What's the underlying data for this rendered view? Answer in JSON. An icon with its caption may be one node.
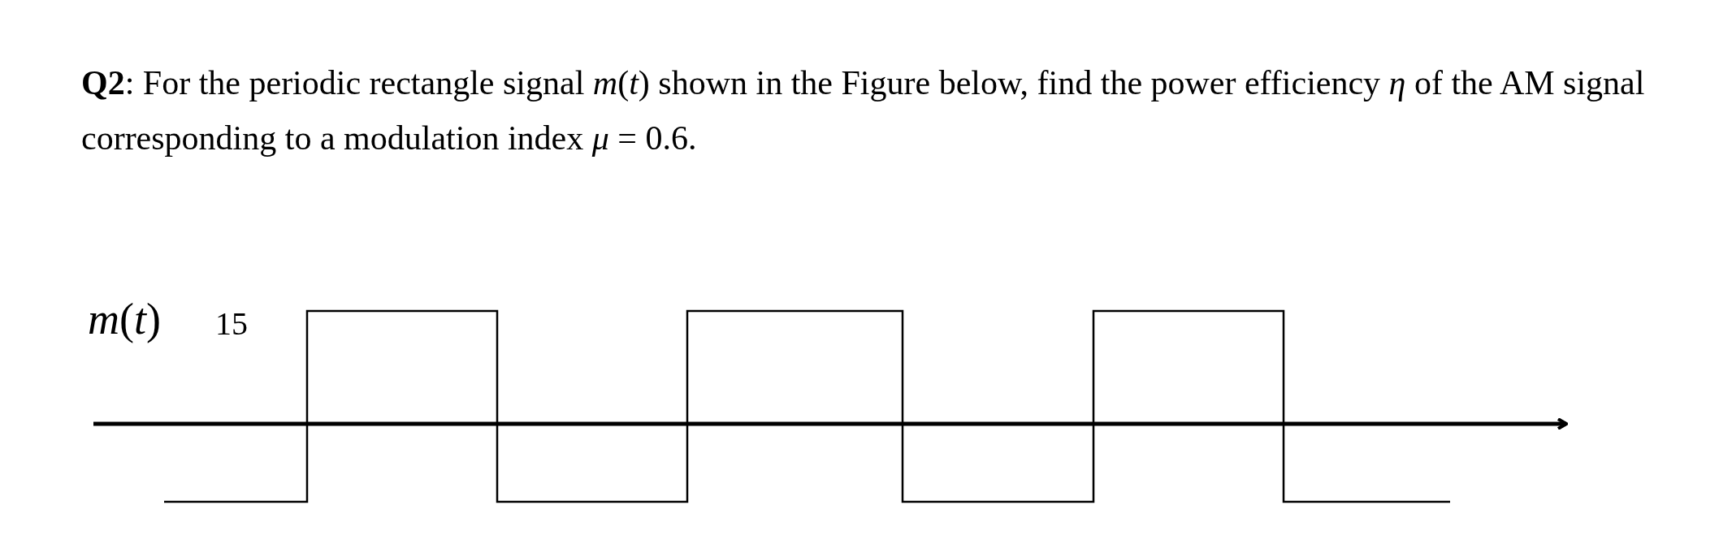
{
  "diagram": {
    "title": "**Q2**: For the periodic rectangle signal *m*(*t*) shown in the Figure below, find the power efficiency *η* of the AM signal corresponding to a modulation index *μ* = 0.6.",
    "labels": [
      "*m*(*t*)",
      "15"
    ]
  }
}
